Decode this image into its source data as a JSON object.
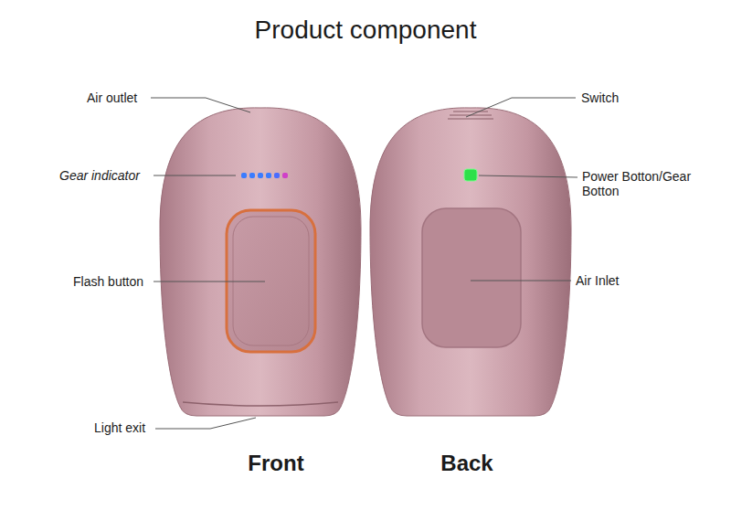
{
  "diagram": {
    "title": "Product component",
    "labels": [
      "Air outlet",
      "Gear indicator",
      "Flash button",
      "Light exit",
      "Switch",
      "Power Botton/Gear Botton",
      "Air Inlet",
      "Front",
      "Back"
    ]
  }
}
